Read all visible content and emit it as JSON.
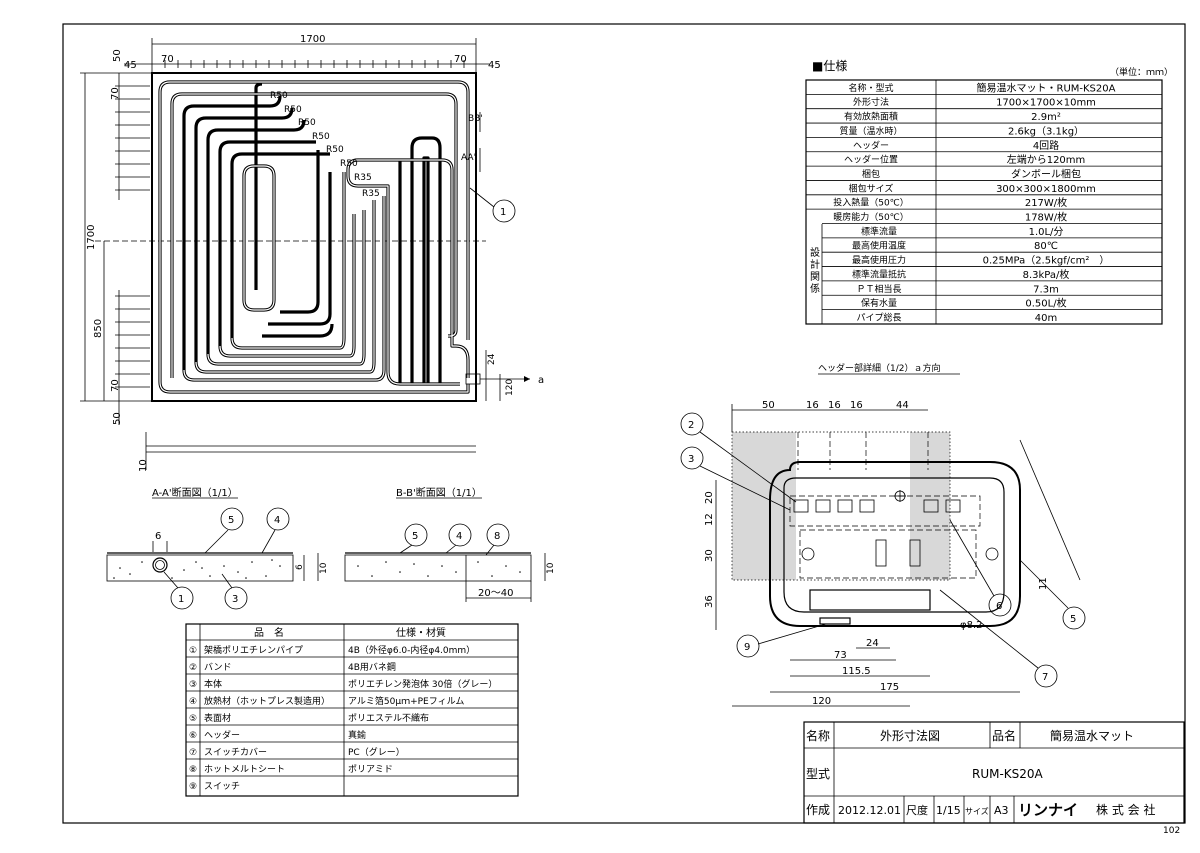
{
  "drawing": {
    "sheet_number": "102",
    "overall_dims": {
      "width": "1700",
      "height": "1700",
      "margin_top": "50",
      "margin_bottom": "50",
      "side_left": "45",
      "side_right": "45",
      "pitch_top_left": "70",
      "pitch_top_right": "70",
      "pitch_left_top": "70",
      "pitch_left_bottom": "70",
      "half_height": "850",
      "thickness": "10",
      "header_offset": "24",
      "header_height": "120",
      "arrow_a": "a"
    },
    "bend_labels": [
      "R50",
      "R50",
      "R50",
      "R50",
      "R50",
      "R50",
      "R35"
    ],
    "section_marks": {
      "bb": "BB'",
      "aa": "AA'"
    },
    "callout_1": "1"
  },
  "spec": {
    "heading": "■仕様",
    "unit": "（単位：ｍｍ）",
    "group_label": "設計関係",
    "rows": [
      {
        "label": "名称・型式",
        "value": "簡易温水マット・RUM-KS20A"
      },
      {
        "label": "外形寸法",
        "value": "1700×1700×10mm"
      },
      {
        "label": "有効放熱面積",
        "value": "2.9m²"
      },
      {
        "label": "質量（温水時）",
        "value": "2.6kg（3.1kg）"
      },
      {
        "label": "ヘッダー",
        "value": "4回路"
      },
      {
        "label": "ヘッダー位置",
        "value": "左端から120mm"
      },
      {
        "label": "梱包",
        "value": "ダンボール梱包"
      },
      {
        "label": "梱包サイズ",
        "value": "300×300×1800mm"
      },
      {
        "label": "投入熱量（50℃）",
        "value": "217W/枚"
      },
      {
        "label": "暖房能力（50℃）",
        "value": "178W/枚"
      },
      {
        "label": "標準流量",
        "value": "1.0L/分"
      },
      {
        "label": "最高使用温度",
        "value": "80℃"
      },
      {
        "label": "最高使用圧力",
        "value": "0.25MPa（2.5kgf/cm²　）"
      },
      {
        "label": "標準流量抵抗",
        "value": "8.3kPa/枚"
      },
      {
        "label": "ＰＴ相当長",
        "value": "7.3m"
      },
      {
        "label": "保有水量",
        "value": "0.50L/枚"
      },
      {
        "label": "パイプ総長",
        "value": "40m"
      }
    ]
  },
  "header_detail": {
    "title": "ヘッダー部詳細（1/2）ａ方向",
    "dims_top": [
      "50",
      "16",
      "16",
      "16",
      "44"
    ],
    "dims_left": [
      "20",
      "12",
      "30",
      "36"
    ],
    "dims_bottom": [
      "24",
      "73",
      "115.5",
      "175",
      "120"
    ],
    "dim_right": "11",
    "pipe_dia": "φ8.2",
    "callouts": [
      "2",
      "3",
      "6",
      "5",
      "9",
      "7"
    ]
  },
  "sections": {
    "aa_title": "A-A'断面図（1/1）",
    "bb_title": "B-B'断面図（1/1）",
    "aa_dims": {
      "pipe": "6",
      "inner": "6",
      "total": "10"
    },
    "bb_dims": {
      "overlap": "20～40",
      "total": "10"
    },
    "aa_callouts": [
      "5",
      "4",
      "1",
      "3"
    ],
    "bb_callouts": [
      "5",
      "4",
      "8"
    ],
    "offset_label": "10"
  },
  "parts": {
    "col_name": "品　名",
    "col_material": "仕様・材質",
    "rows": [
      {
        "no": "①",
        "name": "架橋ポリエチレンパイプ",
        "material": "4B（外径φ6.0-内径φ4.0mm）"
      },
      {
        "no": "②",
        "name": "バンド",
        "material": "4B用バネ鋼"
      },
      {
        "no": "③",
        "name": "本体",
        "material": "ポリエチレン発泡体 30倍（グレー）"
      },
      {
        "no": "④",
        "name": "放熱材（ホットプレス製造用）",
        "material": "アルミ箔50μｍ+PEフィルム"
      },
      {
        "no": "⑤",
        "name": "表面材",
        "material": "ポリエステル不織布"
      },
      {
        "no": "⑥",
        "name": "ヘッダー",
        "material": "真鍮"
      },
      {
        "no": "⑦",
        "name": "スイッチカバー",
        "material": "PC（グレー）"
      },
      {
        "no": "⑧",
        "name": "ホットメルトシート",
        "material": "ポリアミド"
      },
      {
        "no": "⑨",
        "name": "スイッチ",
        "material": ""
      }
    ]
  },
  "title_block": {
    "name_label": "名称",
    "drawing_name": "外形寸法図",
    "product_label": "品名",
    "product_name": "簡易温水マット",
    "model_label": "型式",
    "model": "RUM-KS20A",
    "created_label": "作成",
    "created_date": "2012.12.01",
    "scale_label": "尺度",
    "scale": "1/15",
    "size_label": "サイズ",
    "size": "A3",
    "company_brand": "リンナイ",
    "company_suffix": "株 式 会 社"
  }
}
